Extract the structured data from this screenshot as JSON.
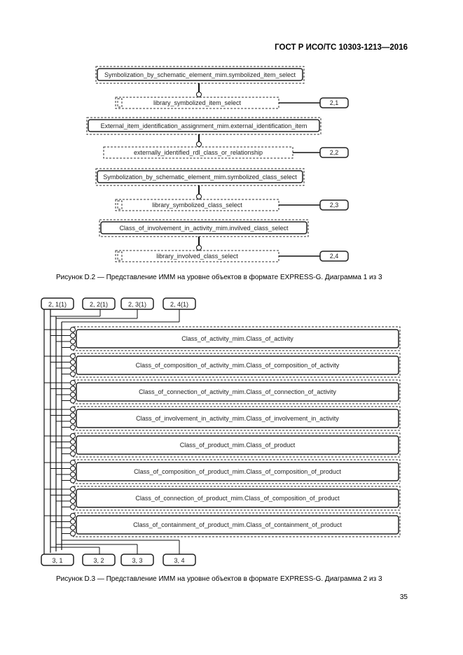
{
  "header": {
    "title": "ГОСТ Р ИСО/ТС 10303-1213—2016"
  },
  "figure1": {
    "caption": "Рисунок D.2 — Представление ИММ на уровне объектов в формате EXPRESS-G. Диаграмма 1 из 3",
    "groups": [
      {
        "parent": "Symbolization_by_schematic_element_mim.symbolized_item_select",
        "child": "library_symbolized_item_select",
        "ref": "2,1"
      },
      {
        "parent": "External_item_identification_assignment_mim.external_identification_item",
        "child": "externally_identified_rdl_class_or_relationship",
        "ref": "2,2"
      },
      {
        "parent": "Symbolization_by_schematic_element_mim.symbolized_class_select",
        "child": "library_symbolized_class_select",
        "ref": "2,3"
      },
      {
        "parent": "Class_of_involvement_in_activity_mim.invilved_class_select",
        "child": "library_involved_class_select",
        "ref": "2,4"
      }
    ]
  },
  "figure2": {
    "caption": "Рисунок D.3 — Представление ИММ на уровне объектов в формате EXPRESS-G. Диаграмма 2 из 3",
    "top_refs": [
      "2, 1(1)",
      "2, 2(1)",
      "2, 3(1)",
      "2, 4(1)"
    ],
    "bottom_refs": [
      "3, 1",
      "3, 2",
      "3, 3",
      "3, 4"
    ],
    "entities": [
      "Class_of_activity_mim.Class_of_activity",
      "Class_of_composition_of_activity_mim.Class_of_composition_of_activity",
      "Class_of_connection_of_activity_mim.Class_of_connection_of_activity",
      "Class_of_involvement_in_activity_mim.Class_of_involvement_in_activity",
      "Class_of_product_mim.Class_of_product",
      "Class_of_composition_of_product_mim.Class_of_composition_of_product",
      "Class_of_connection_of_product_mim.Class_of_composition_of_product",
      "Class_of_containment_of_product_mim.Class_of_containment_of_product"
    ]
  },
  "page": {
    "number": "35"
  }
}
